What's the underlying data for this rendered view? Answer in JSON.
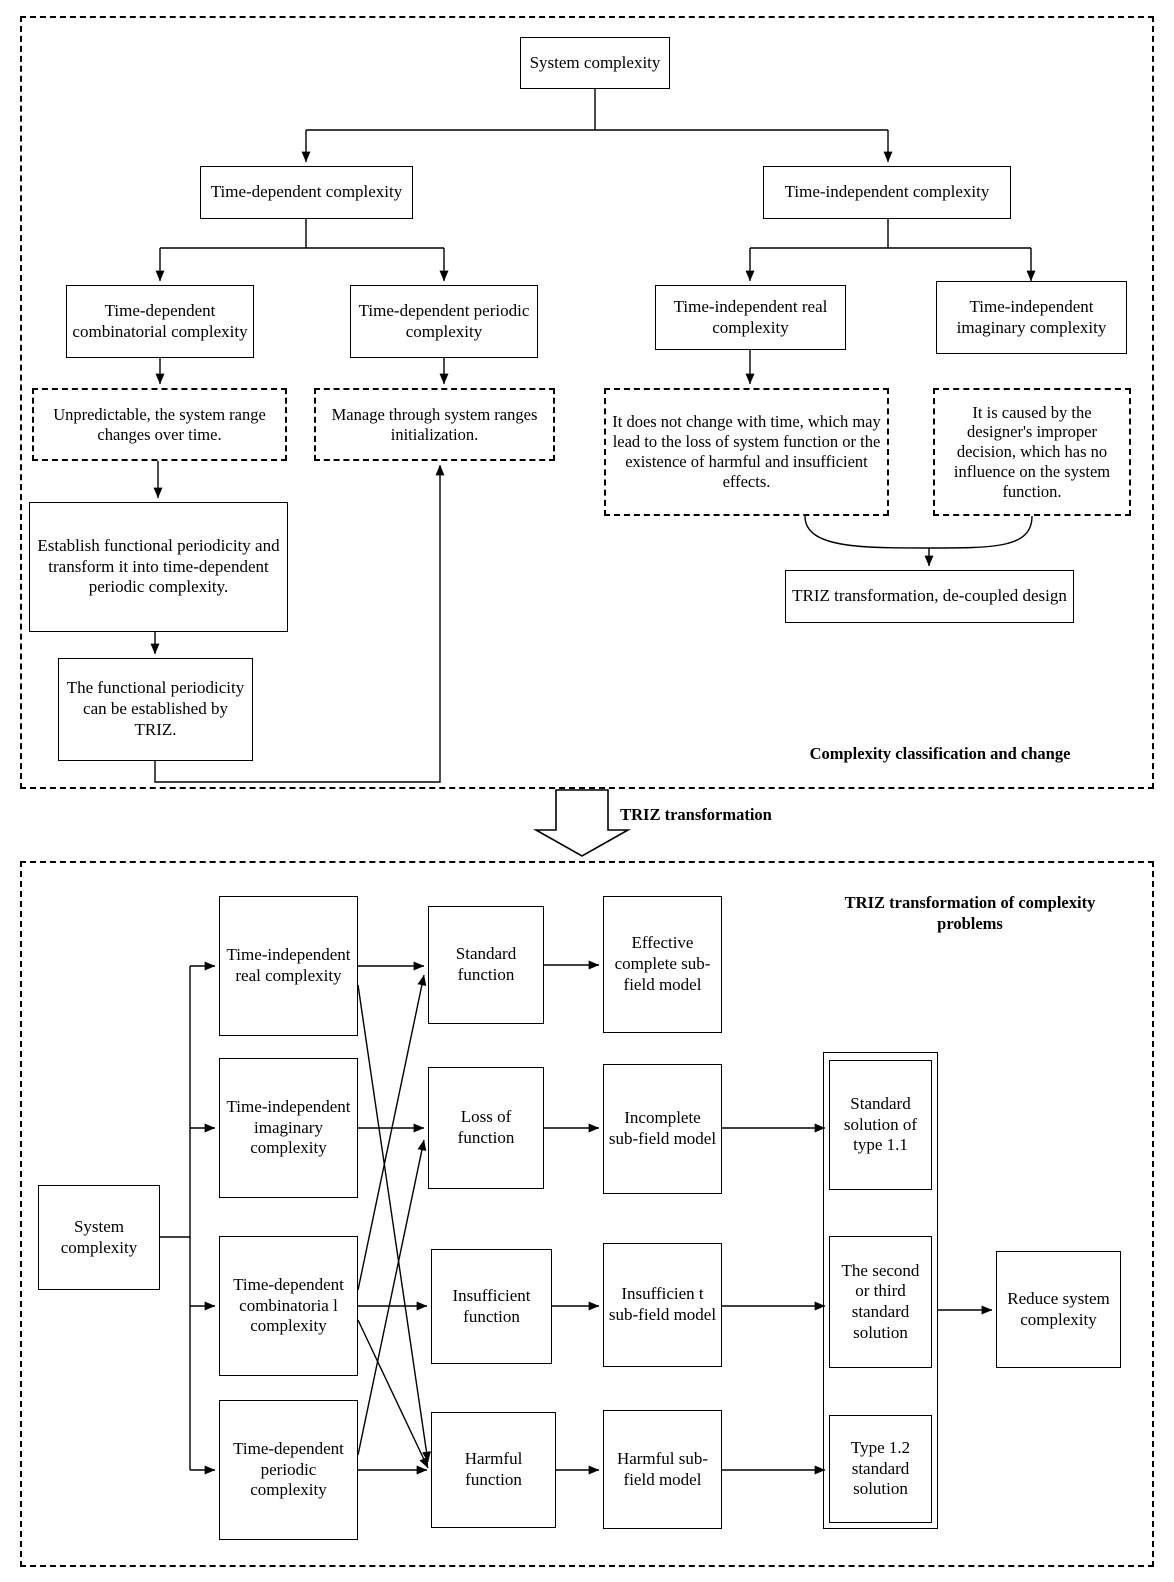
{
  "top_panel": {
    "caption": "Complexity classification and change",
    "nodes": {
      "system_complexity": "System complexity",
      "time_dependent": "Time-dependent complexity",
      "time_independent": "Time-independent complexity",
      "td_combinatorial": "Time-dependent combinatorial complexity",
      "td_periodic": "Time-dependent periodic complexity",
      "ti_real": "Time-independent real complexity",
      "ti_imaginary": "Time-independent imaginary complexity",
      "establish_functional": "Establish functional periodicity and transform it into time-dependent periodic complexity.",
      "functional_triz": "The functional periodicity can be established by TRIZ.",
      "triz_transformation_decoupled": "TRIZ transformation, de-coupled design"
    },
    "notes": {
      "unpredictable": "Unpredictable, the system range changes over time.",
      "manage_ranges": "Manage through system ranges initialization.",
      "no_change_time": "It does not change with time, which may lead to the loss of system function or the existence of harmful and insufficient effects.",
      "designer_decision": "It is caused by the designer's improper decision, which has no influence on the system function."
    }
  },
  "connector": {
    "label": "TRIZ transformation"
  },
  "bottom_panel": {
    "caption": "TRIZ transformation of complexity problems",
    "nodes": {
      "system_complexity": "System complexity",
      "ti_real": "Time-independent real complexity",
      "ti_imaginary": "Time-independent imaginary complexity",
      "td_combinatorial": "Time-dependent combinatoria l complexity",
      "td_periodic": "Time-dependent periodic complexity",
      "standard_function": "Standard function",
      "loss_of_function": "Loss of function",
      "insufficient_function": "Insufficient function",
      "harmful_function": "Harmful function",
      "effective_complete": "Effective complete sub-field model",
      "incomplete": "Incomplete sub-field model",
      "insufficient_model": "Insufficien t sub-field model",
      "harmful_model": "Harmful sub-field model",
      "standard_1_1": "Standard solution of type 1.1",
      "standard_2_3": "The second or third standard solution",
      "standard_1_2": "Type 1.2 standard solution",
      "reduce_complexity": "Reduce system complexity"
    }
  }
}
